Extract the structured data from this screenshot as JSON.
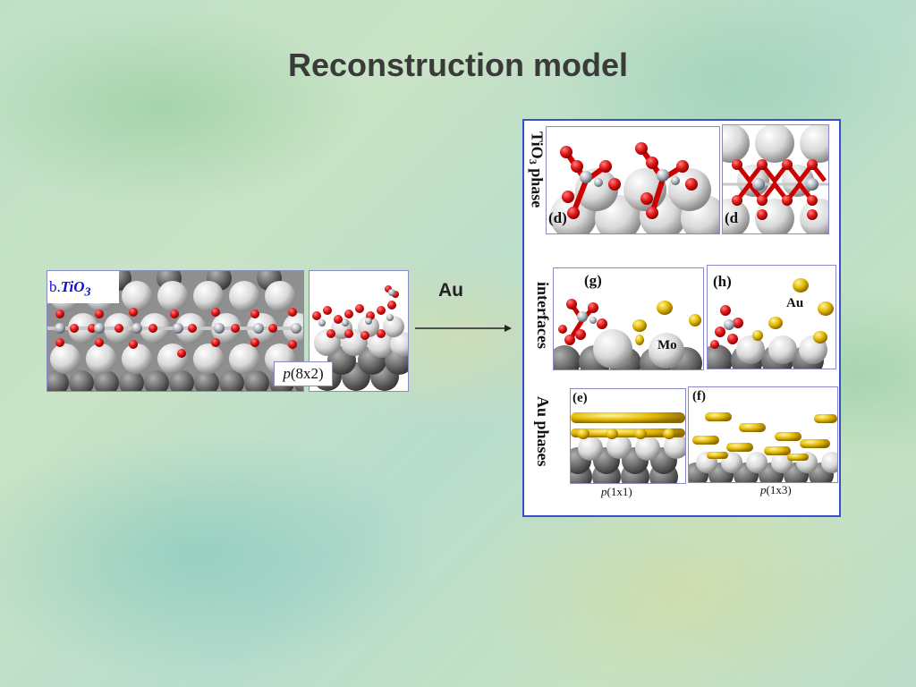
{
  "slide": {
    "title": "Reconstruction model",
    "arrow_label": "Au"
  },
  "left": {
    "label_prefix": "b.",
    "label_formula": "TiO",
    "label_subscript": "3",
    "p8x2_italic": "p",
    "p8x2_rest": "(8x2)"
  },
  "right": {
    "row1_label_main": "TiO",
    "row1_label_sub": "3",
    "row1_label_rest": " phase",
    "row2_label": "interfaces",
    "row3_label": "Au phases",
    "panel_c_label": "(d)",
    "panel_d_label": "(d",
    "panel_g_label": "(g)",
    "panel_h_label": "(h)",
    "panel_e_label": "(e)",
    "panel_f_label": "(f)",
    "mo_label": "Mo",
    "au_label": "Au",
    "cap_e_italic": "p",
    "cap_e_rest": "(1x1)",
    "cap_f_italic": "p",
    "cap_f_rest": "(1x3)"
  },
  "colors": {
    "oxygen": "#e01818",
    "titanium": "#a8b0b8",
    "mo_light": "#e6e6e6",
    "mo_dark": "#707070",
    "gold": "#e2b800",
    "label_blue": "#1010d0",
    "frame_blue": "#3a4fd0"
  }
}
